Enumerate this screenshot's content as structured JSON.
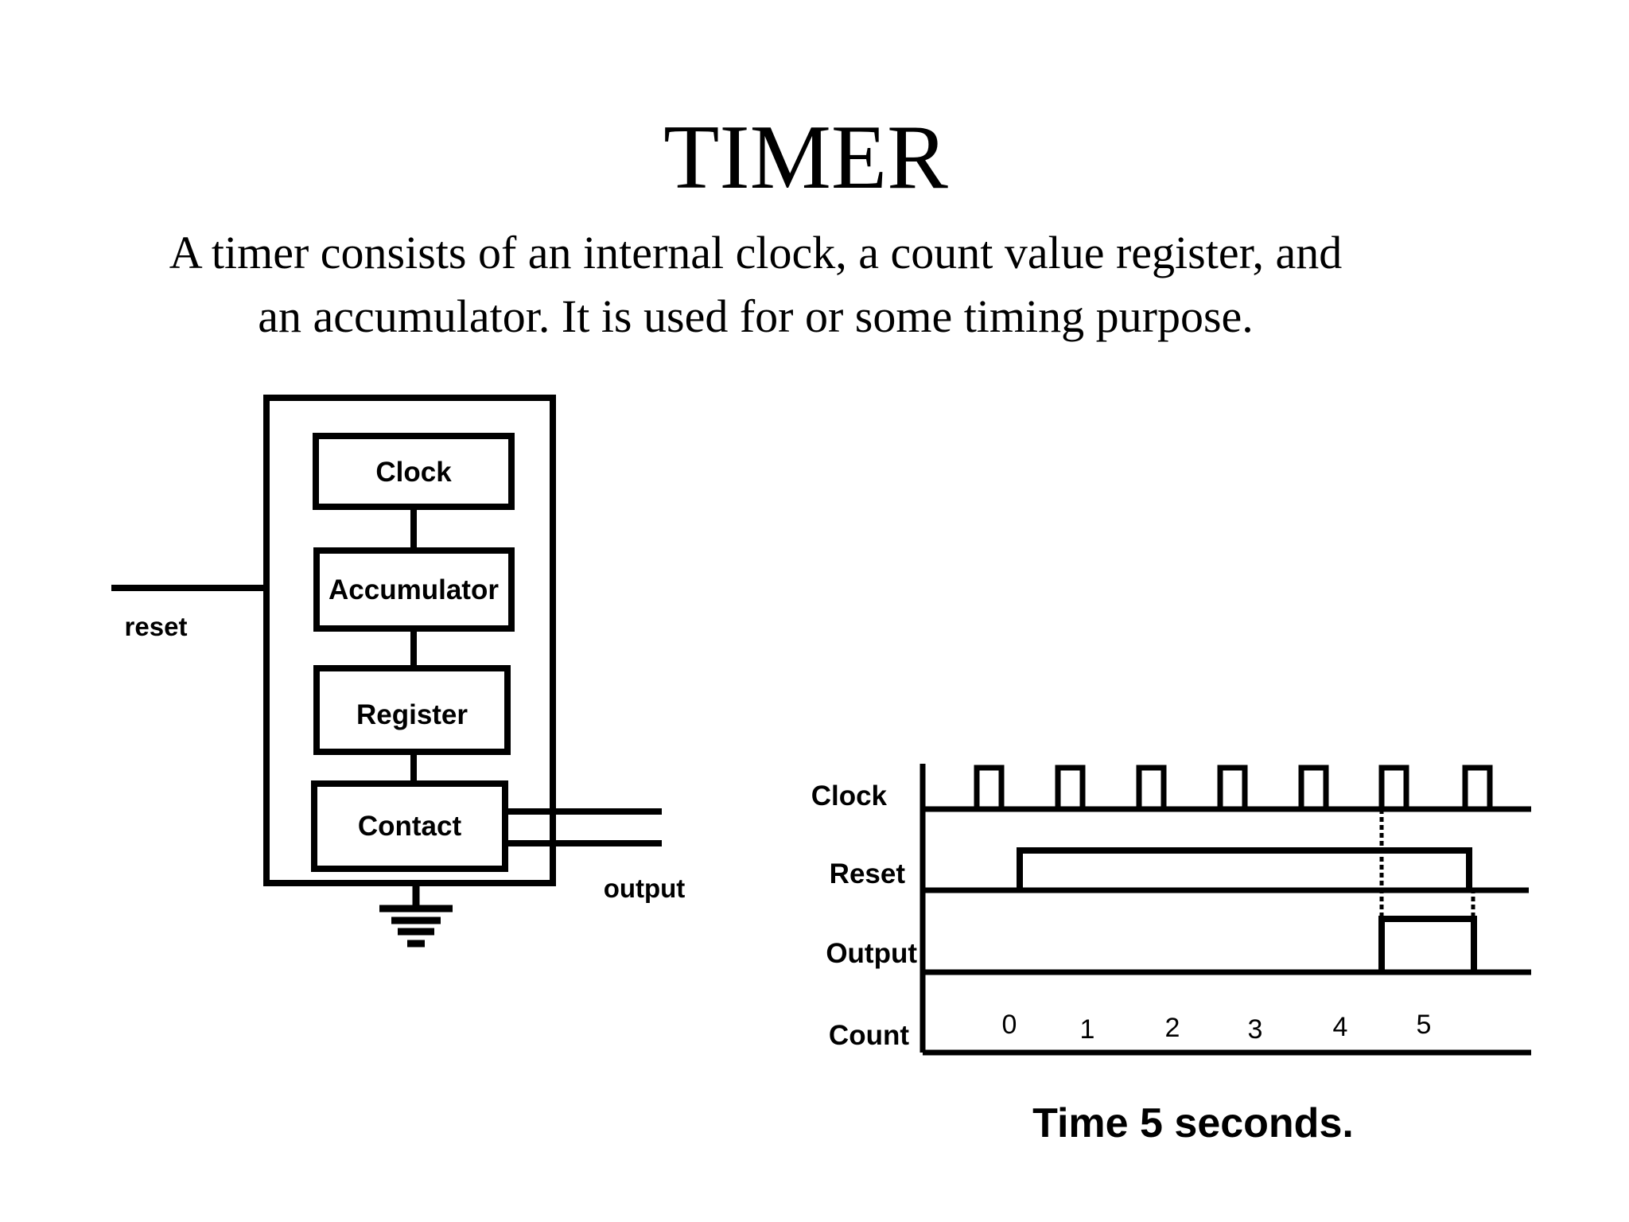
{
  "slide": {
    "title": "TIMER",
    "subtitle_lines": [
      "A timer consists of an internal clock, a count value register, and",
      "an accumulator. It is used for or some timing purpose."
    ]
  },
  "block_diagram": {
    "clock_box": "Clock",
    "accumulator_box": "Accumulator",
    "register_box": "Register",
    "contact_box": "Contact",
    "reset_label": "reset",
    "output_label": "output"
  },
  "timing_diagram": {
    "clock_row_label": "Clock",
    "reset_row_label": "Reset",
    "output_row_label": "Output",
    "count_row_label": "Count",
    "count_values": [
      "0",
      "1",
      "2",
      "3",
      "4",
      "5"
    ],
    "clock_pulse_count": 7,
    "caption": "Time 5 seconds."
  }
}
